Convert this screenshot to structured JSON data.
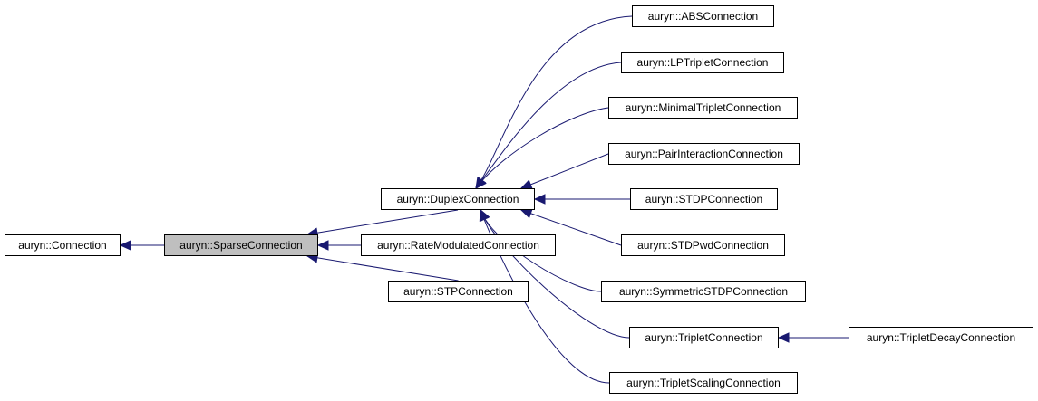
{
  "diagram": {
    "edge_color": "#191970",
    "highlight_color": "#bfbfbf",
    "nodes": [
      {
        "id": "connection",
        "label": "auryn::Connection"
      },
      {
        "id": "sparse",
        "label": "auryn::SparseConnection",
        "highlighted": true
      },
      {
        "id": "duplex",
        "label": "auryn::DuplexConnection"
      },
      {
        "id": "ratemod",
        "label": "auryn::RateModulatedConnection"
      },
      {
        "id": "stp",
        "label": "auryn::STPConnection"
      },
      {
        "id": "abs",
        "label": "auryn::ABSConnection"
      },
      {
        "id": "lptriplet",
        "label": "auryn::LPTripletConnection"
      },
      {
        "id": "mintriplet",
        "label": "auryn::MinimalTripletConnection"
      },
      {
        "id": "pairint",
        "label": "auryn::PairInteractionConnection"
      },
      {
        "id": "stdp",
        "label": "auryn::STDPConnection"
      },
      {
        "id": "stdpwd",
        "label": "auryn::STDPwdConnection"
      },
      {
        "id": "symstdp",
        "label": "auryn::SymmetricSTDPConnection"
      },
      {
        "id": "triplet",
        "label": "auryn::TripletConnection"
      },
      {
        "id": "tripscal",
        "label": "auryn::TripletScalingConnection"
      },
      {
        "id": "tripdecay",
        "label": "auryn::TripletDecayConnection"
      }
    ],
    "edges": [
      {
        "from": "sparse",
        "to": "connection"
      },
      {
        "from": "duplex",
        "to": "sparse"
      },
      {
        "from": "ratemod",
        "to": "sparse"
      },
      {
        "from": "stp",
        "to": "sparse"
      },
      {
        "from": "abs",
        "to": "duplex"
      },
      {
        "from": "lptriplet",
        "to": "duplex"
      },
      {
        "from": "mintriplet",
        "to": "duplex"
      },
      {
        "from": "pairint",
        "to": "duplex"
      },
      {
        "from": "stdp",
        "to": "duplex"
      },
      {
        "from": "stdpwd",
        "to": "duplex"
      },
      {
        "from": "symstdp",
        "to": "duplex"
      },
      {
        "from": "triplet",
        "to": "duplex"
      },
      {
        "from": "tripscal",
        "to": "duplex"
      },
      {
        "from": "tripdecay",
        "to": "triplet"
      }
    ]
  }
}
